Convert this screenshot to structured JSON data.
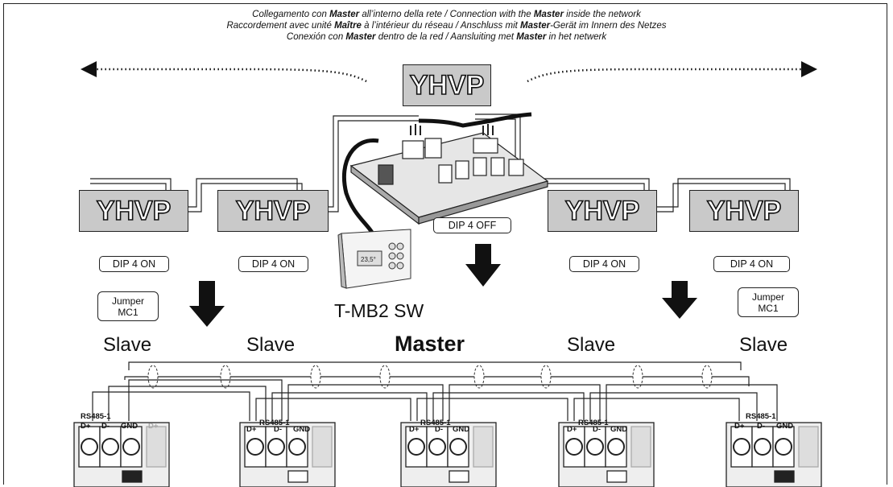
{
  "header": {
    "line1": {
      "p1": "Collegamento con ",
      "b1": "Master",
      "p2": " all’interno della rete / Connection with the ",
      "b2": "Master",
      "p3": " inside the network"
    },
    "line2": {
      "p1": "Raccordement avec unité ",
      "b1": "Maître",
      "p2": " à l’intérieur du réseau / Anschluss mit ",
      "b2": "Master",
      "p3": "-Gerät im Innern des Netzes"
    },
    "line3": {
      "p1": "Conexión con ",
      "b1": "Master",
      "p2": " dentro de la red / Aansluiting met ",
      "b2": "Master",
      "p3": " in het netwerk"
    }
  },
  "units": {
    "top": "YHVP",
    "u1": "YHVP",
    "u2": "YHVP",
    "u3": "YHVP",
    "u4": "YHVP"
  },
  "dips": {
    "u1": "DIP 4 ON",
    "u2": "DIP 4 ON",
    "master": "DIP 4 OFF",
    "u3": "DIP 4 ON",
    "u4": "DIP 4 ON"
  },
  "jumpers": {
    "left": {
      "l1": "Jumper",
      "l2": "MC1"
    },
    "right": {
      "l1": "Jumper",
      "l2": "MC1"
    }
  },
  "controller": {
    "name": "T-MB2 SW",
    "display": "23,5°"
  },
  "roles": {
    "r1": "Slave",
    "r2": "Slave",
    "r3": "Master",
    "r4": "Slave",
    "r5": "Slave"
  },
  "terminals": {
    "bus": "RS485-1",
    "pins": [
      "D+",
      "D-",
      "GND"
    ],
    "next": "D+"
  },
  "colors": {
    "unit_fill": "#c9c9c9",
    "arrow": "#111111",
    "line": "#222222"
  }
}
